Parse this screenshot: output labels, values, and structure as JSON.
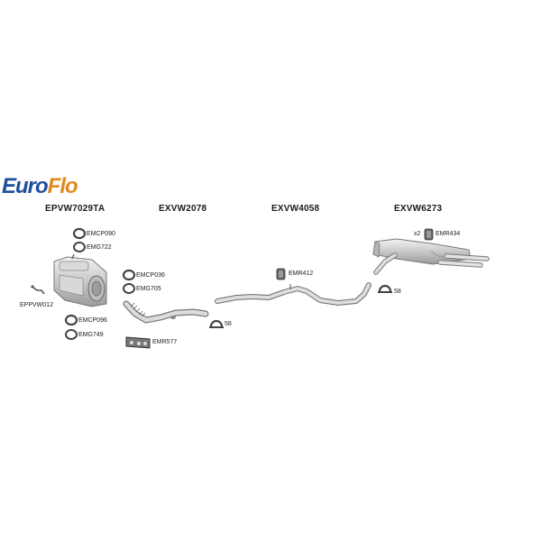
{
  "brand": {
    "part1": "Euro",
    "part2": "Flo"
  },
  "sections": [
    {
      "code": "EPVW7029TA"
    },
    {
      "code": "EXVW2078"
    },
    {
      "code": "EXVW4058"
    },
    {
      "code": "EXVW6273"
    }
  ],
  "parts": {
    "emcp090": "EMCP090",
    "emg722": "EMG722",
    "epvw012": "EPPVW012",
    "emcp096": "EMCP096",
    "emg749": "EMG749",
    "emcp036": "EMCP036",
    "emg705": "EMG705",
    "emr577": "EMR577",
    "clamp58a": "58",
    "emr412": "EMR412",
    "x2": "x2",
    "emr434": "EMR434",
    "clamp58b": "58"
  },
  "colors": {
    "brand_blue": "#1d4f9e",
    "brand_orange": "#e08a1e",
    "part_gray": "#cfcfcf"
  }
}
